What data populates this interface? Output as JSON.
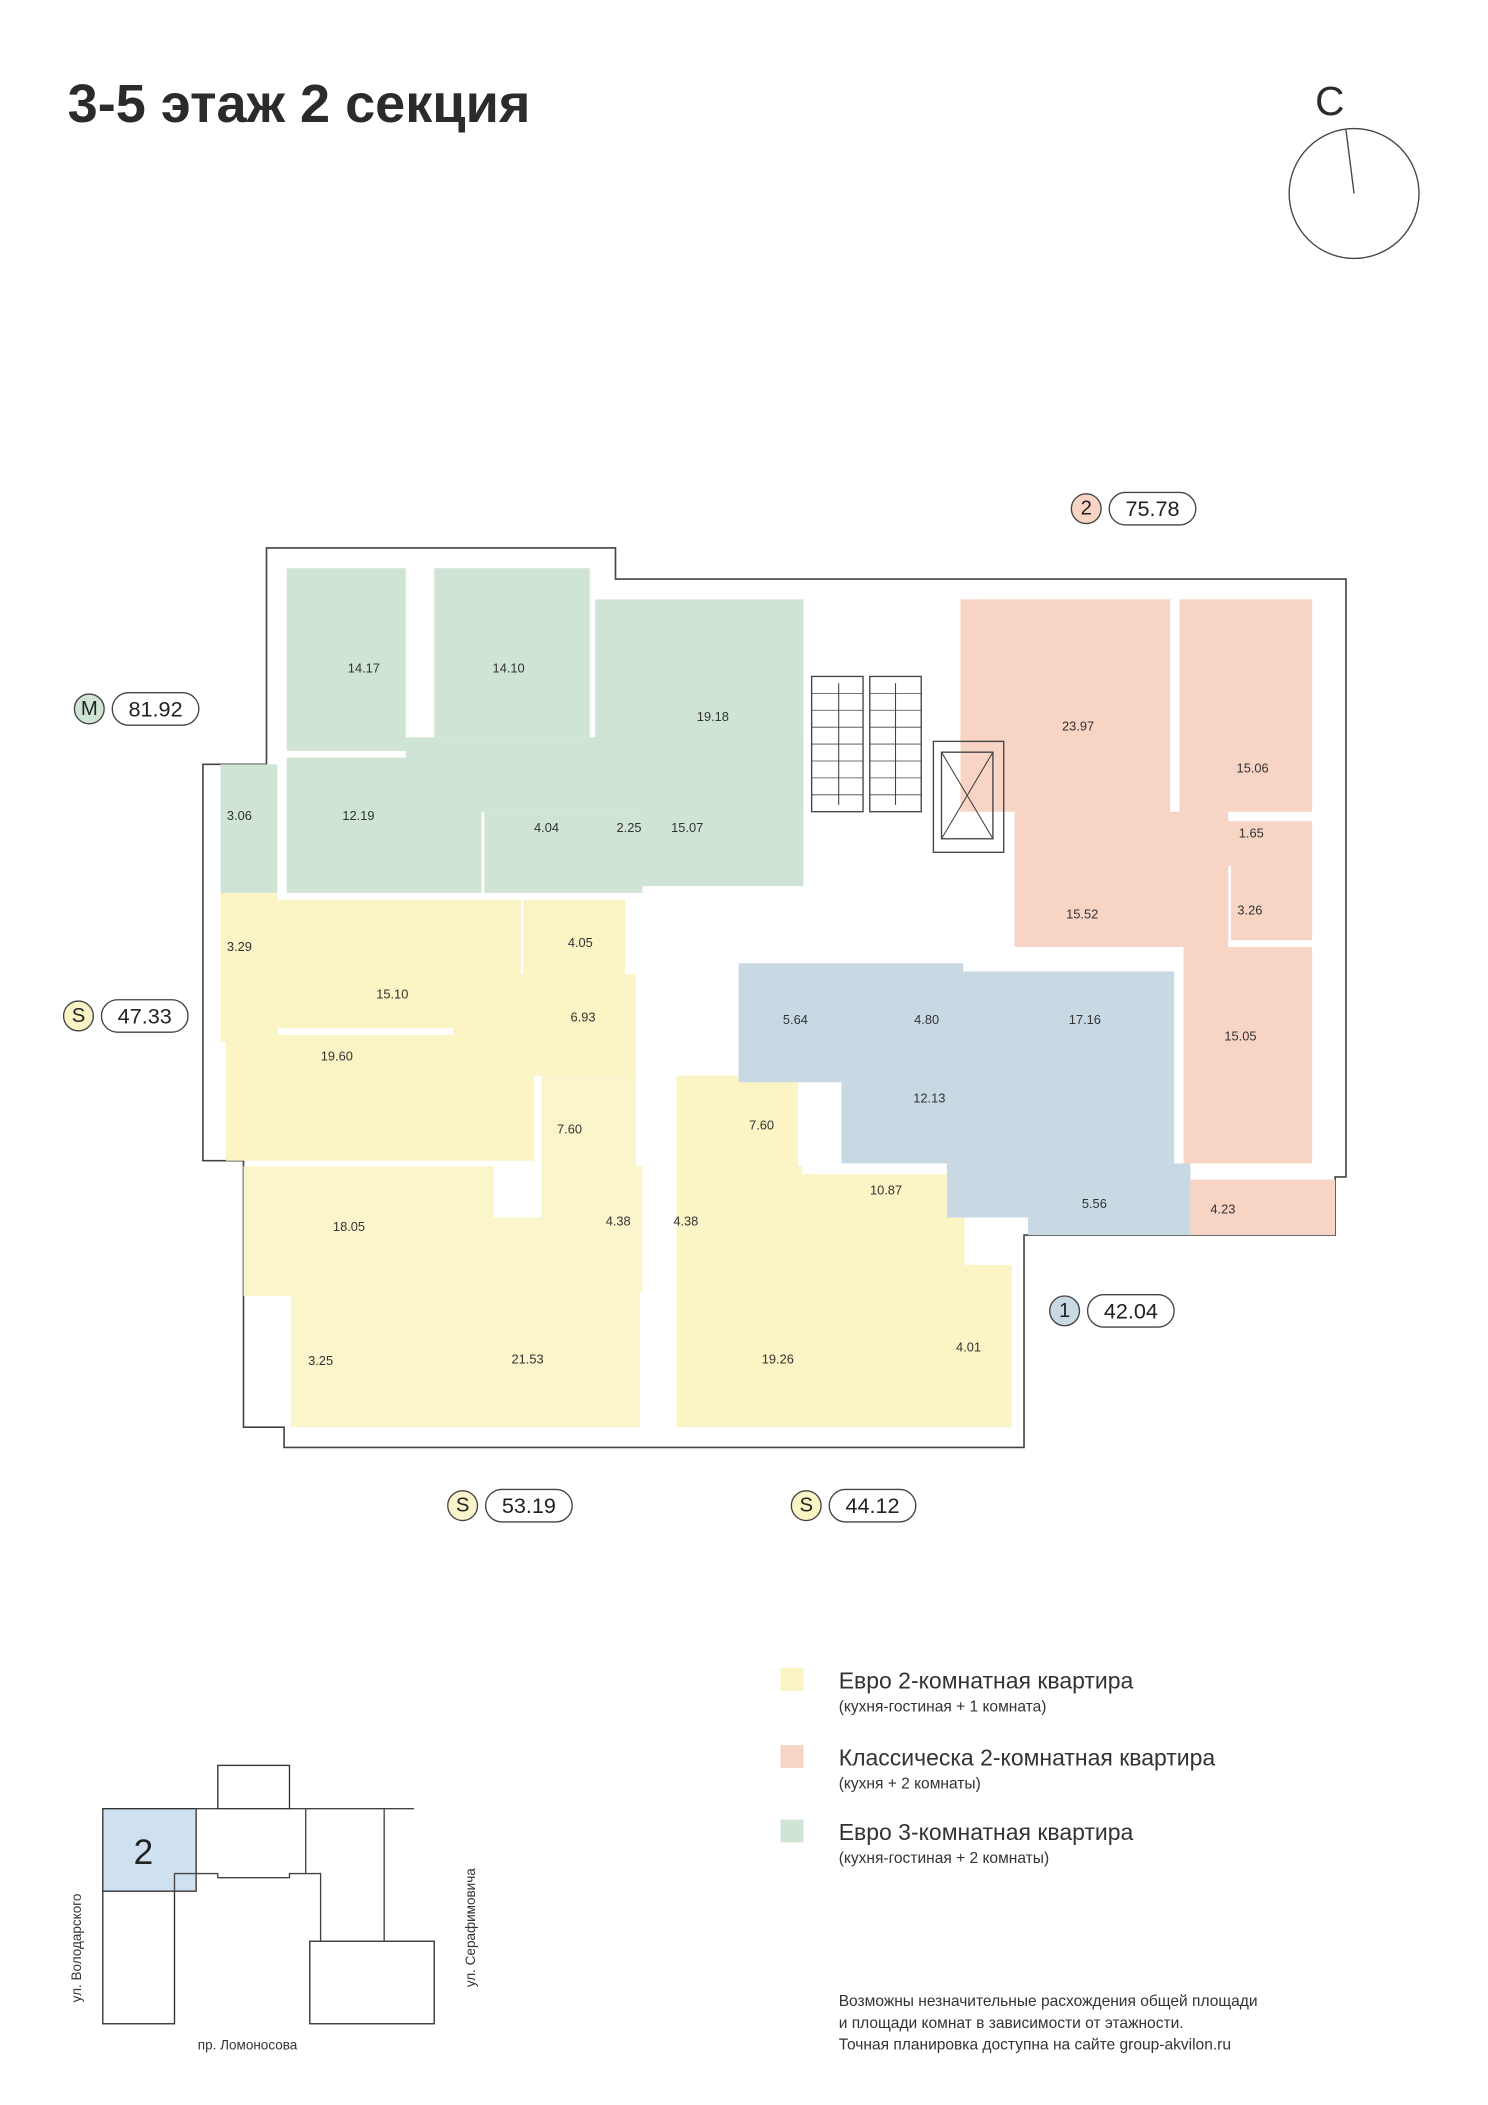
{
  "header": {
    "title": "3-5 этаж  2 секция",
    "compass_label": "С"
  },
  "apartments": [
    {
      "type": "M",
      "area": "81.92",
      "color": "#cfe4d4",
      "rooms": [
        "14.17",
        "14.10",
        "19.18",
        "3.06",
        "12.19",
        "4.04",
        "2.25",
        "15.07"
      ]
    },
    {
      "type": "S",
      "area": "47.33",
      "color": "#fbf4c4",
      "rooms": [
        "3.29",
        "15.10",
        "4.05",
        "6.93",
        "19.60"
      ]
    },
    {
      "type": "S",
      "area": "53.19",
      "color": "#fbf5cc",
      "rooms": [
        "7.60",
        "18.05",
        "4.38",
        "3.25",
        "21.53"
      ]
    },
    {
      "type": "S",
      "area": "44.12",
      "color": "#fbf4c4",
      "rooms": [
        "7.60",
        "4.38",
        "10.87",
        "19.26",
        "4.01"
      ]
    },
    {
      "type": "1",
      "area": "42.04",
      "color": "#c8d9e4",
      "rooms": [
        "5.64",
        "4.80",
        "17.16",
        "12.13",
        "5.56"
      ]
    },
    {
      "type": "2",
      "area": "75.78",
      "color": "#f7d4c4",
      "rooms": [
        "23.97",
        "15.06",
        "15.52",
        "1.65",
        "3.26",
        "15.05",
        "4.23"
      ]
    }
  ],
  "legend": [
    {
      "title": "Евро 2-комнатная квартира",
      "sub": "(кухня-гостиная + 1 комната)",
      "color": "#fbf4c4"
    },
    {
      "title": "Классическа 2-комнатная квартира",
      "sub": "(кухня + 2 комнаты)",
      "color": "#f7d4c4"
    },
    {
      "title": "Евро 3-комнатная квартира",
      "sub": "(кухня-гостиная + 2 комнаты)",
      "color": "#cfe4d4"
    }
  ],
  "minimap": {
    "section_number": "2",
    "highlight_color": "#cfe0f1",
    "street_left": "ул. Володарского",
    "street_bottom": "пр. Ломоносова",
    "street_right": "ул. Серафимовича"
  },
  "footnote": [
    "Возможны незначительные расхождения общей площади",
    "и площади комнат в зависимости от этажности.",
    "Точная планировка доступна на сайте group-akvilon.ru"
  ]
}
